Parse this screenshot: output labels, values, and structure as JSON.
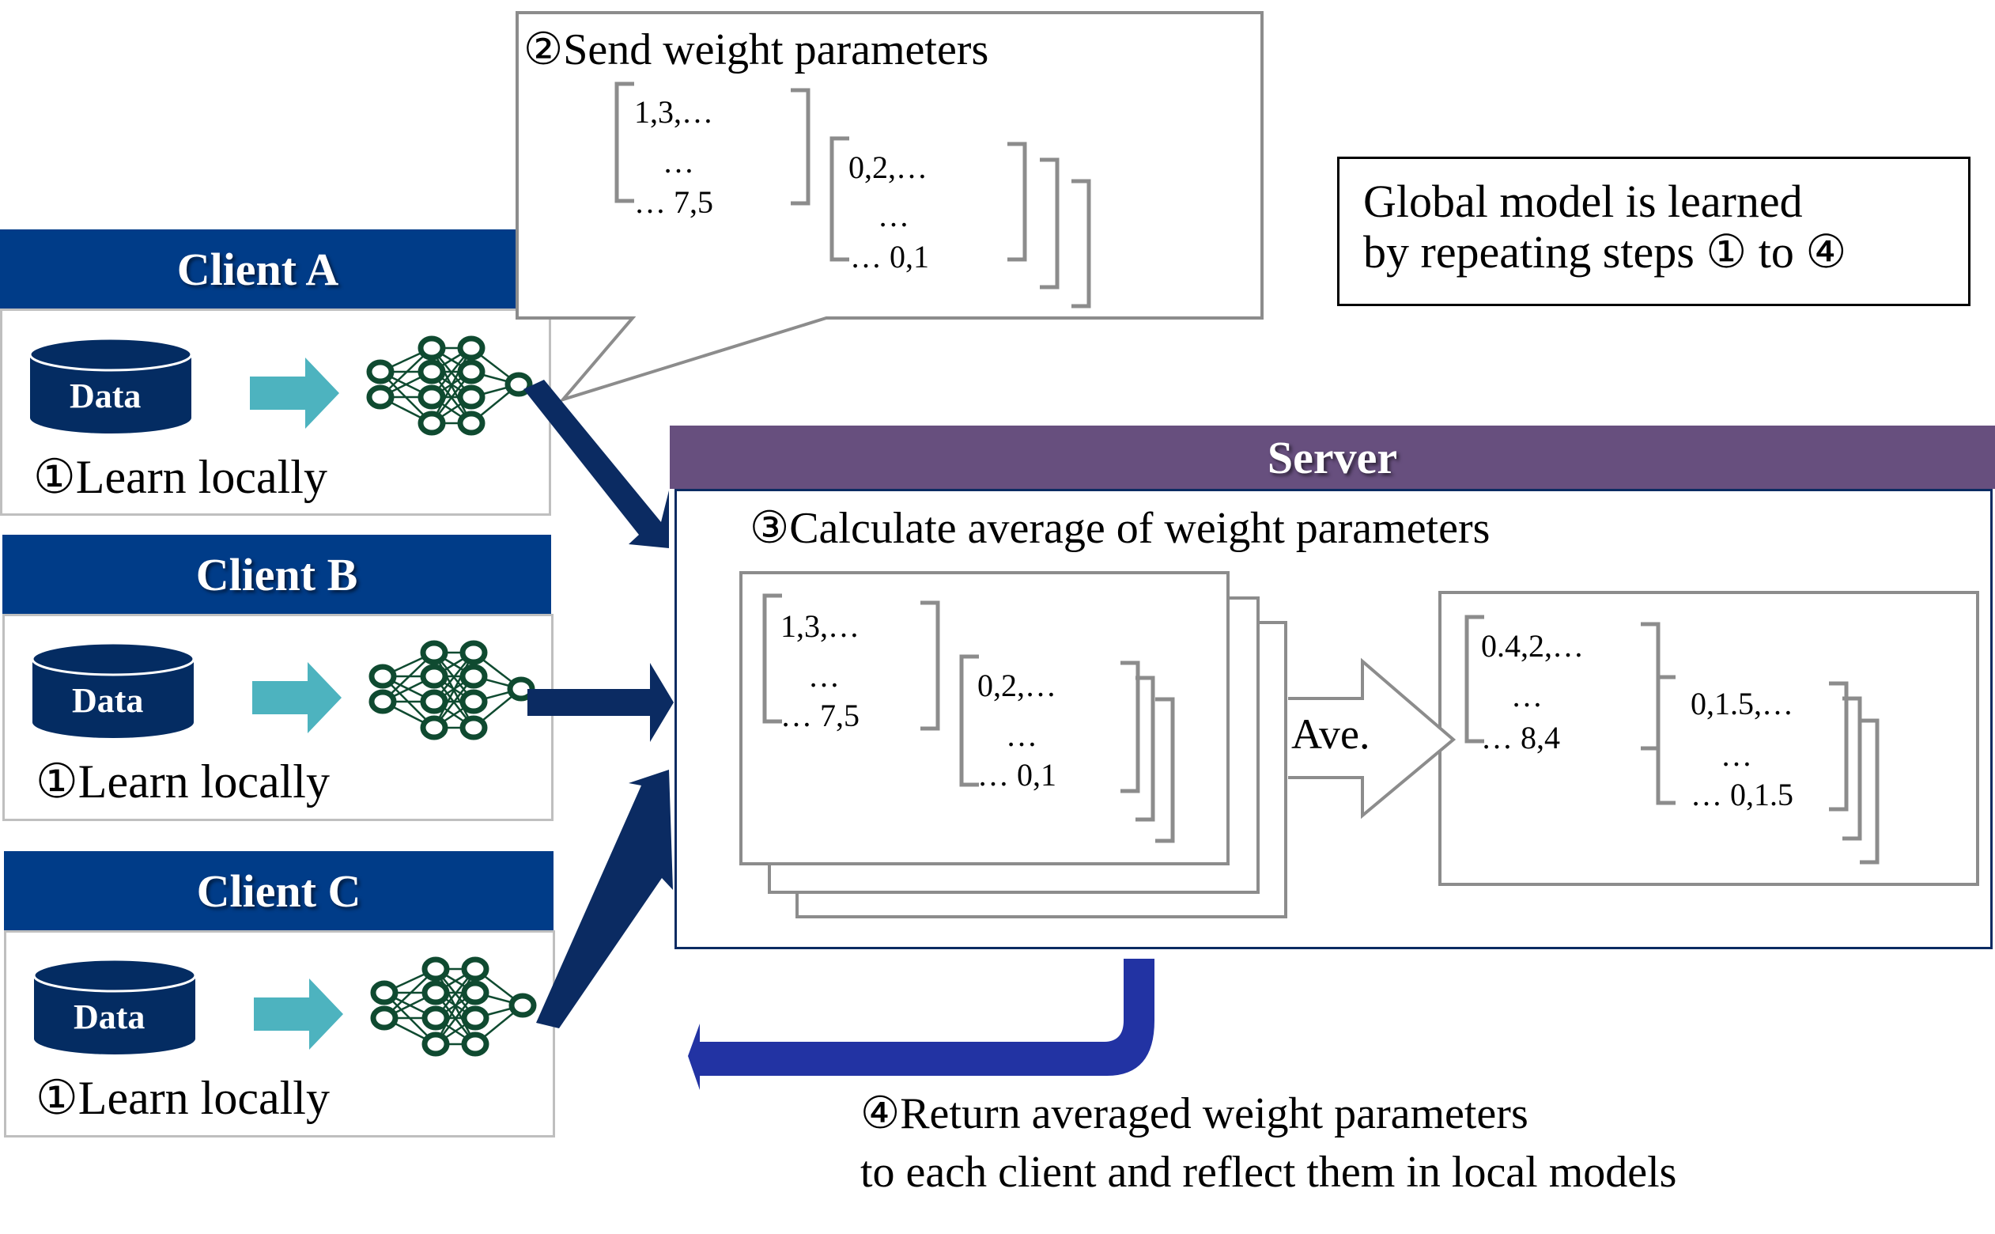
{
  "clients": [
    {
      "name": "Client A",
      "data_label": "Data",
      "step_label": "①Learn locally"
    },
    {
      "name": "Client B",
      "data_label": "Data",
      "step_label": "①Learn locally"
    },
    {
      "name": "Client C",
      "data_label": "Data",
      "step_label": "①Learn locally"
    }
  ],
  "callout": {
    "title": "②Send weight parameters",
    "matrix1": {
      "row1": "1,3,…",
      "row2": "…",
      "row3": "…  7,5"
    },
    "matrix2": {
      "row1": "0,2,…",
      "row2": "…",
      "row3": "…  0,1"
    }
  },
  "global_note": {
    "line1": "Global model is learned",
    "line2": "by repeating steps ① to ④"
  },
  "server": {
    "title": "Server",
    "step_label": "③Calculate average of weight parameters",
    "input_matrix1": {
      "row1": "1,3,…",
      "row2": "…",
      "row3": "…  7,5"
    },
    "input_matrix2": {
      "row1": "0,2,…",
      "row2": "…",
      "row3": "…  0,1"
    },
    "average_label": "Ave.",
    "output_matrix1": {
      "row1": "0.4,2,…",
      "row2": "…",
      "row3": "…  8,4"
    },
    "output_matrix2": {
      "row1": "0,1.5,…",
      "row2": "…",
      "row3": "…  0,1.5"
    }
  },
  "return_step": {
    "line1": "④Return averaged weight parameters",
    "line2": "to each client and reflect them in local models"
  },
  "colors": {
    "client_header": "#003C88",
    "server_header": "#674F7E",
    "database": "#042C62",
    "flow_arrow": "#0B2B62",
    "local_arrow": "#4DB3BF",
    "neural_net": "#0F4A30",
    "return_arrow": "#2233A3",
    "bracket_gray": "#8C8C8C"
  }
}
